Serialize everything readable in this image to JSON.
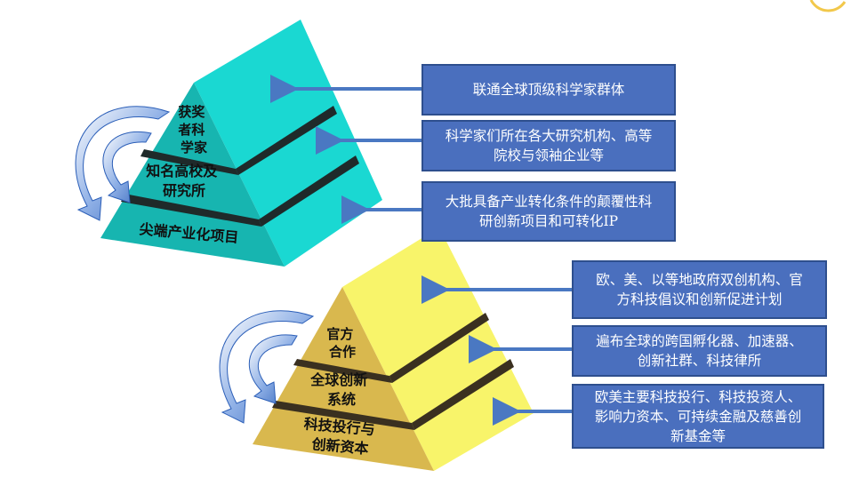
{
  "pyramid_top": {
    "layers": [
      {
        "label_lines": [
          "获奖",
          "者科",
          "学家"
        ]
      },
      {
        "label_lines": [
          "知名高校及",
          "研究所"
        ]
      },
      {
        "label_lines": [
          "尖端产业化项目"
        ]
      }
    ],
    "descriptions": [
      "联通全球顶级科学家群体",
      "科学家们所在各大研究机构、高等\n院校与领袖企业等",
      "大批具备产业转化条件的颠覆性科\n研创新项目和可转化IP"
    ]
  },
  "pyramid_bottom": {
    "layers": [
      {
        "label_lines": [
          "官方",
          "合作"
        ]
      },
      {
        "label_lines": [
          "全球创新",
          "系统"
        ]
      },
      {
        "label_lines": [
          "科技投行与",
          "创新资本"
        ]
      }
    ],
    "descriptions": [
      "欧、美、以等地政府双创机构、官\n方科技倡议和创新促进计划",
      "遍布全球的跨国孵化器、加速器、\n创新社群、科技律所",
      "欧美主要科技投行、科技投资人、\n影响力资本、可持续金融及慈善创\n新基金等"
    ]
  },
  "colors": {
    "teal_front": "#17b5b0",
    "teal_side": "#1ad8d2",
    "yellow_front": "#d9b84e",
    "yellow_side": "#f8f46a",
    "box_fill": "#4a6fbe",
    "box_border": "#2e4f8e",
    "arrow": "#4a78c2"
  }
}
